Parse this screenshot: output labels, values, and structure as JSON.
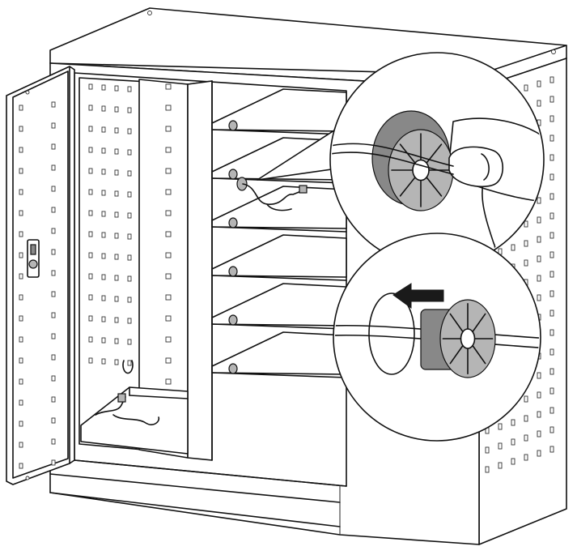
{
  "colors": {
    "line": "#111111",
    "background": "#ffffff",
    "grommet_dark": "#888888",
    "grommet_mid": "#b5b5b5",
    "arrow": "#1a1a1a"
  },
  "illustration": {
    "shelf_count": 6,
    "callouts": [
      {
        "name": "grommet-press-in-detail"
      },
      {
        "name": "grommet-insert-direction-detail"
      }
    ]
  }
}
